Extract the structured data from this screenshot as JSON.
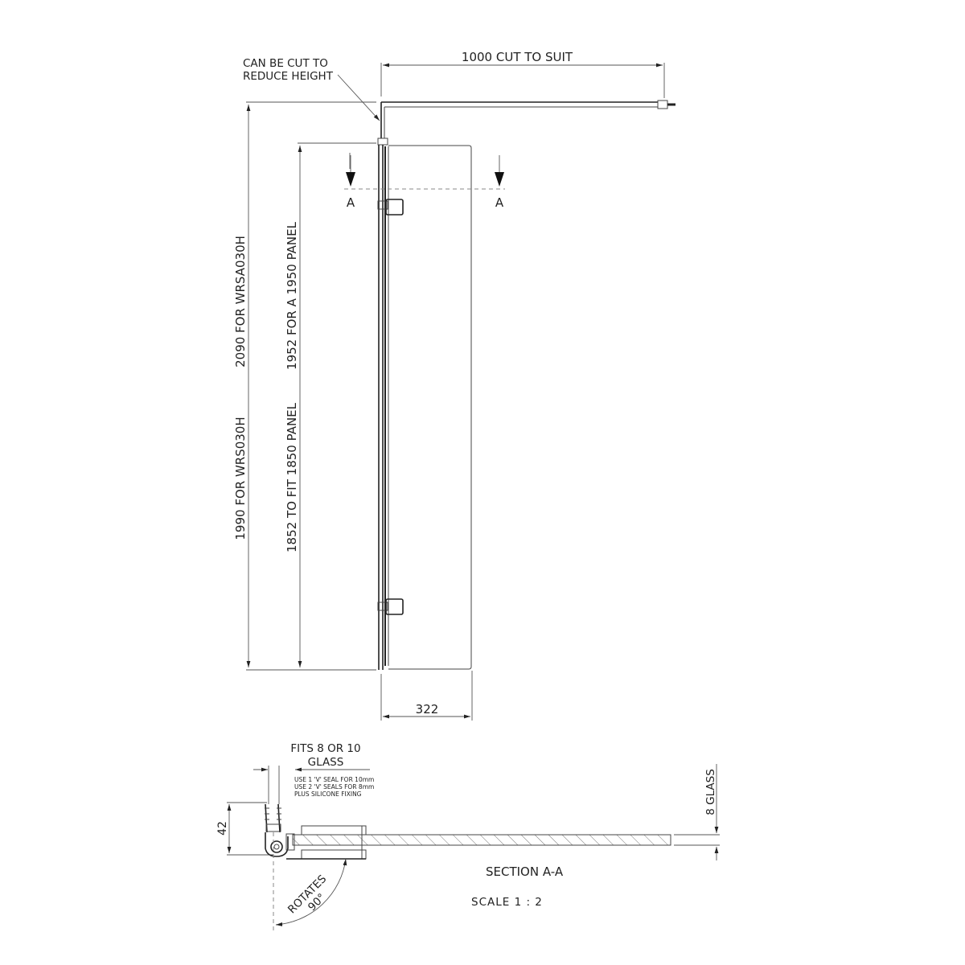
{
  "drawing": {
    "elevation": {
      "top_arm_dimension": "1000   CUT TO SUIT",
      "cut_note_line1": "CAN BE CUT TO",
      "cut_note_line2": "REDUCE HEIGHT",
      "section_marker_left": "A",
      "section_marker_right": "A",
      "overall_height_upper": "2090 FOR WRSA030H",
      "overall_height_lower": "1990 FOR WRS030H",
      "panel_height_upper": "1952 FOR A 1950 PANEL",
      "panel_height_lower": "1852   TO FIT 1850 PANEL",
      "width_dimension": "322"
    },
    "section": {
      "glass_fit_line1": "FITS 8 OR 10",
      "glass_fit_line2": "GLASS",
      "seal_note_line1": "USE 1 'V' SEAL FOR 10mm",
      "seal_note_line2": "USE 2 'V' SEALS FOR 8mm",
      "seal_note_line3": "PLUS SILICONE FIXING",
      "height_dimension": "42",
      "rotation_line1": "ROTATES",
      "rotation_line2": "90°",
      "glass_thickness": "8 GLASS",
      "title": "SECTION A-A",
      "scale": "SCALE 1 : 2"
    }
  }
}
